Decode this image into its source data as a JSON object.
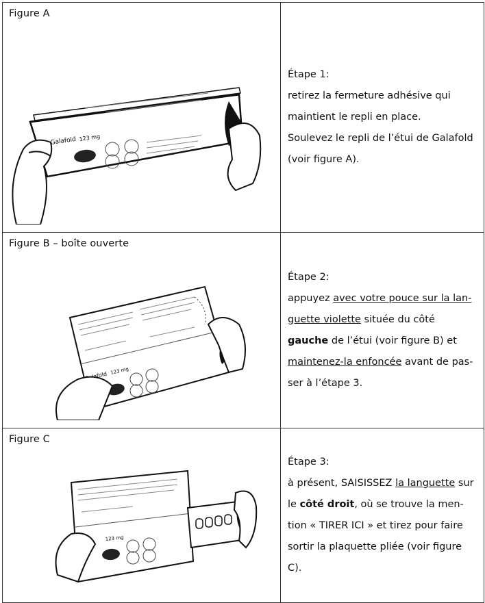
{
  "rows": [
    {
      "figure_caption": "Figure A",
      "step_title": "Étape 1:",
      "lines": [
        "retirez la fermeture adhésive qui",
        "maintient le repli en place.",
        "Soulevez le repli de l’étui de Galafold",
        "(voir figure A)."
      ]
    },
    {
      "figure_caption": "Figure B – boîte ouverte",
      "step_title": "Étape 2:",
      "l1_a": "appuyez ",
      "l1_b": "avec votre pouce sur la lan-",
      "l2_a": "guette violette",
      "l2_b": " située du côté",
      "l3_a": "gauche",
      "l3_b": " de l’étui (voir figure B) et",
      "l4_a": "maintenez-la enfoncée",
      "l4_b": " avant de pas-",
      "l5": "ser à l’étape 3."
    },
    {
      "figure_caption": "Figure C",
      "step_title": "Étape 3:",
      "l1_a": "à présent, SAISISSEZ ",
      "l1_b": "la languette",
      "l1_c": " sur",
      "l2_a": "le ",
      "l2_b": "côté droit",
      "l2_c": ", où se trouve la men-",
      "l3": "tion « TIRER ICI » et tirez pour faire",
      "l4": "sortir la plaquette pliée (voir figure",
      "l5": "C)."
    }
  ],
  "illustrations": {
    "a": {
      "brand_text": "Galafold",
      "strength_text": "123 mg"
    },
    "b": {
      "brand_text": "Galafold",
      "strength_text": "123 mg"
    },
    "c": {
      "strength_text": "123 mg"
    }
  }
}
